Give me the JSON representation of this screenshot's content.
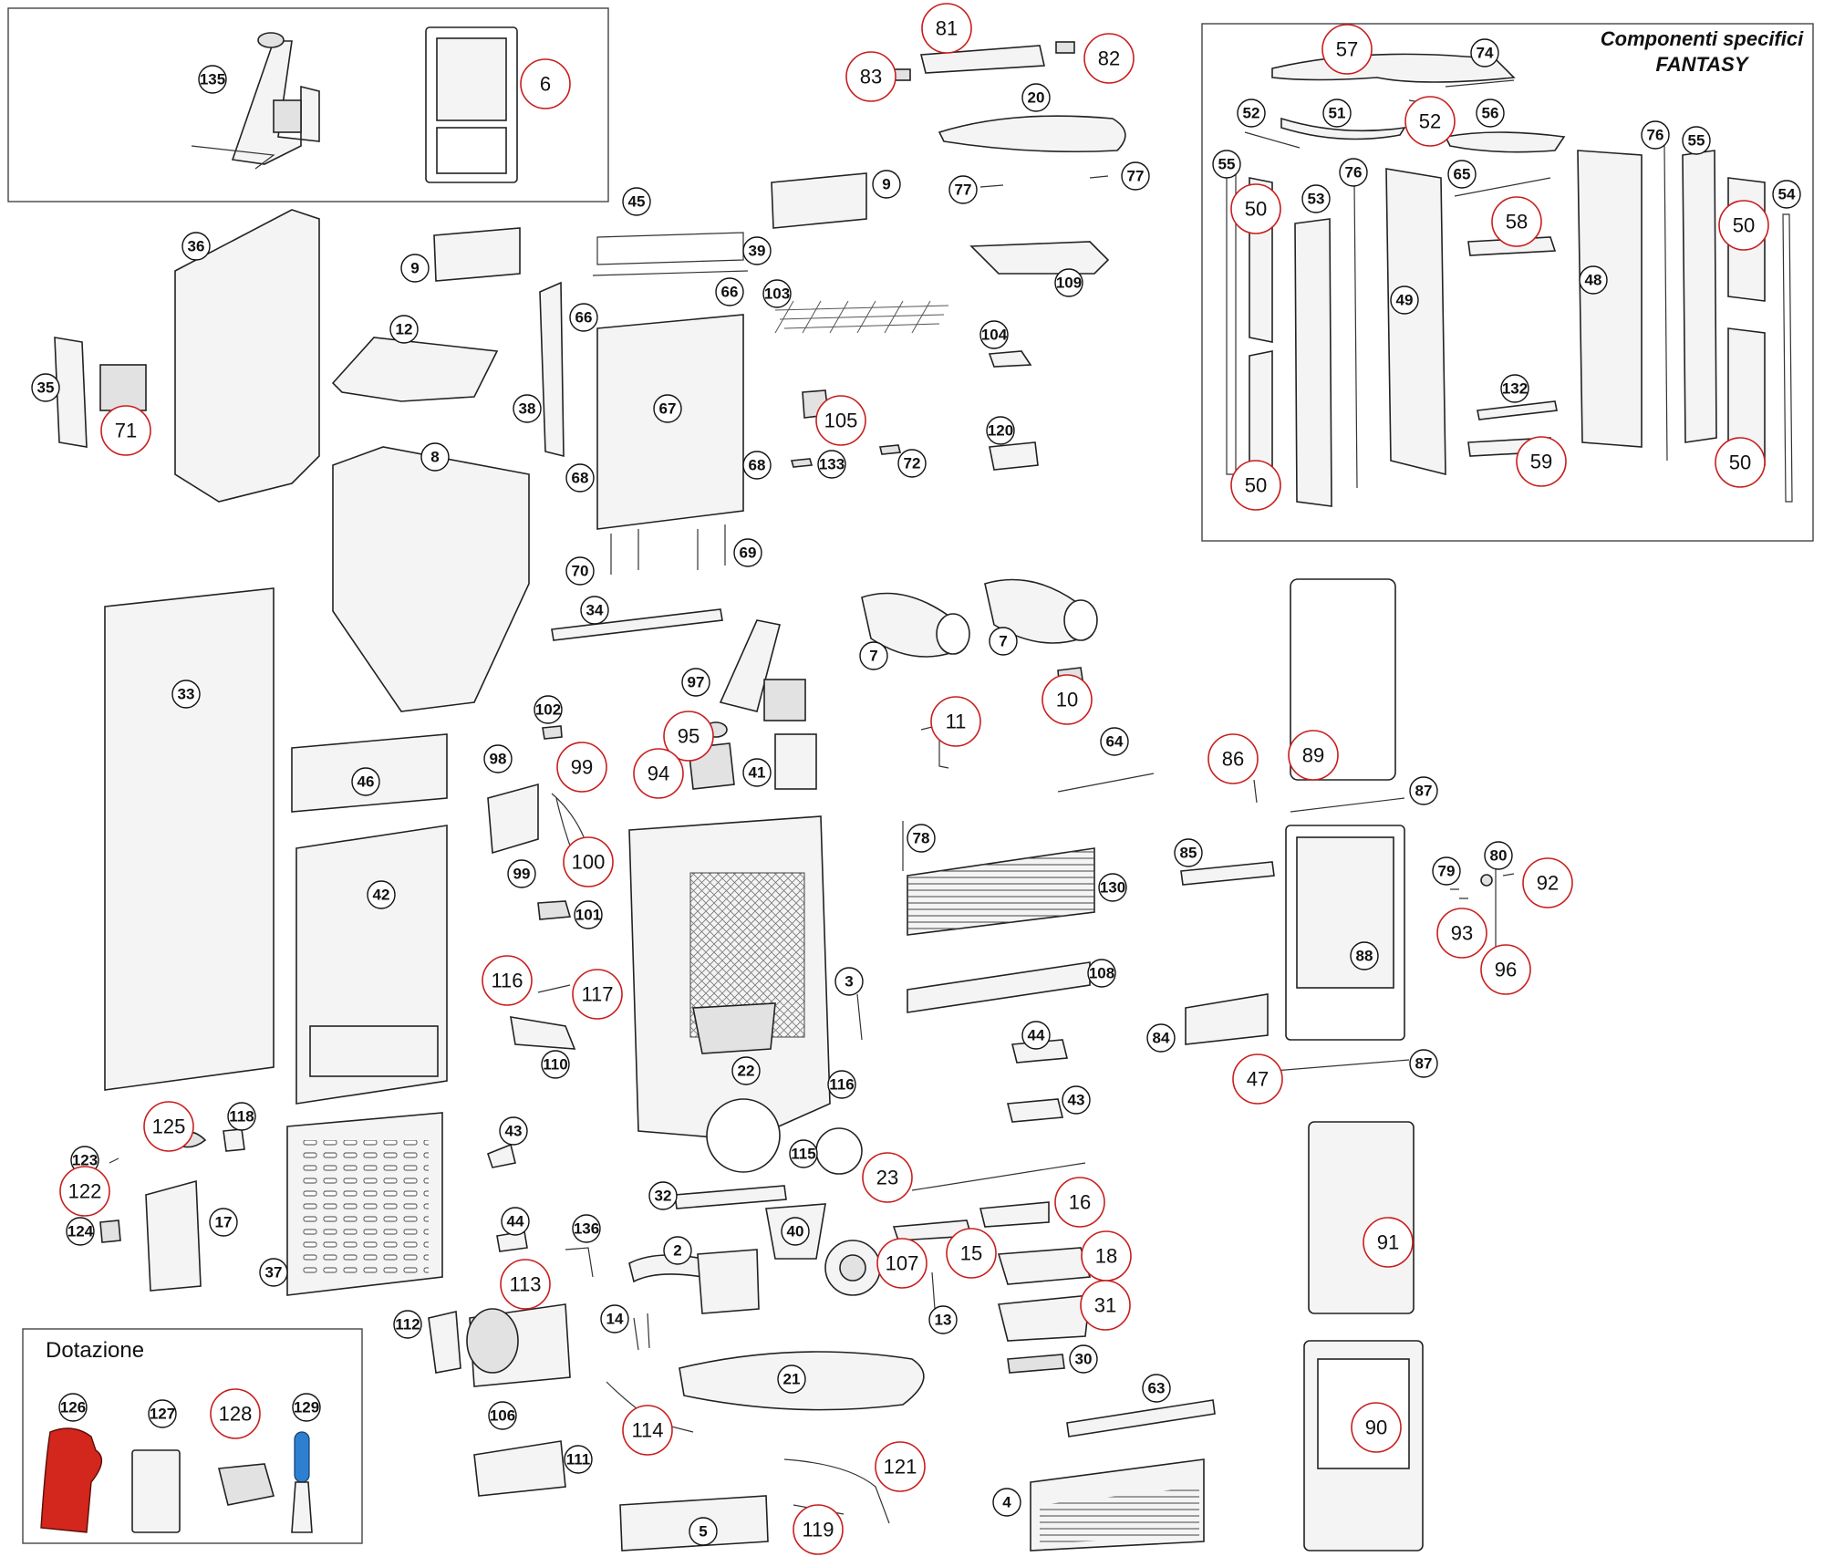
{
  "specific_title_line1": "Componenti specifici",
  "specific_title_line2": "FANTASY",
  "kit_title": "Dotazione",
  "callouts": [
    {
      "id": "c135",
      "label": "135"
    },
    {
      "id": "c6",
      "label": "6"
    },
    {
      "id": "c81",
      "label": "81"
    },
    {
      "id": "c83",
      "label": "83"
    },
    {
      "id": "c82",
      "label": "82"
    },
    {
      "id": "c20",
      "label": "20"
    },
    {
      "id": "c77a",
      "label": "77"
    },
    {
      "id": "c77b",
      "label": "77"
    },
    {
      "id": "c109",
      "label": "109"
    },
    {
      "id": "c9a",
      "label": "9"
    },
    {
      "id": "c45",
      "label": "45"
    },
    {
      "id": "c39",
      "label": "39"
    },
    {
      "id": "c9b",
      "label": "9"
    },
    {
      "id": "c36",
      "label": "36"
    },
    {
      "id": "c12",
      "label": "12"
    },
    {
      "id": "c66a",
      "label": "66"
    },
    {
      "id": "c66b",
      "label": "66"
    },
    {
      "id": "c103",
      "label": "103"
    },
    {
      "id": "c104",
      "label": "104"
    },
    {
      "id": "c35",
      "label": "35"
    },
    {
      "id": "c71",
      "label": "71"
    },
    {
      "id": "c38",
      "label": "38"
    },
    {
      "id": "c67",
      "label": "67"
    },
    {
      "id": "c105",
      "label": "105"
    },
    {
      "id": "c120",
      "label": "120"
    },
    {
      "id": "c8",
      "label": "8"
    },
    {
      "id": "c68a",
      "label": "68"
    },
    {
      "id": "c68b",
      "label": "68"
    },
    {
      "id": "c133",
      "label": "133"
    },
    {
      "id": "c72",
      "label": "72"
    },
    {
      "id": "c69",
      "label": "69"
    },
    {
      "id": "c70",
      "label": "70"
    },
    {
      "id": "c34",
      "label": "34"
    },
    {
      "id": "c7a",
      "label": "7"
    },
    {
      "id": "c7b",
      "label": "7"
    },
    {
      "id": "c33",
      "label": "33"
    },
    {
      "id": "c97",
      "label": "97"
    },
    {
      "id": "c10",
      "label": "10"
    },
    {
      "id": "c11",
      "label": "11"
    },
    {
      "id": "c102",
      "label": "102"
    },
    {
      "id": "c95",
      "label": "95"
    },
    {
      "id": "c64",
      "label": "64"
    },
    {
      "id": "c46",
      "label": "46"
    },
    {
      "id": "c98",
      "label": "98"
    },
    {
      "id": "c99a",
      "label": "99"
    },
    {
      "id": "c94",
      "label": "94"
    },
    {
      "id": "c41",
      "label": "41"
    },
    {
      "id": "c86",
      "label": "86"
    },
    {
      "id": "c89",
      "label": "89"
    },
    {
      "id": "c87a",
      "label": "87"
    },
    {
      "id": "c78",
      "label": "78"
    },
    {
      "id": "c42",
      "label": "42"
    },
    {
      "id": "c99b",
      "label": "99"
    },
    {
      "id": "c100",
      "label": "100"
    },
    {
      "id": "c85",
      "label": "85"
    },
    {
      "id": "c130",
      "label": "130"
    },
    {
      "id": "c101",
      "label": "101"
    },
    {
      "id": "c79",
      "label": "79"
    },
    {
      "id": "c80",
      "label": "80"
    },
    {
      "id": "c92",
      "label": "92"
    },
    {
      "id": "c93",
      "label": "93"
    },
    {
      "id": "c88",
      "label": "88"
    },
    {
      "id": "c96",
      "label": "96"
    },
    {
      "id": "c108",
      "label": "108"
    },
    {
      "id": "c116a",
      "label": "116"
    },
    {
      "id": "c117",
      "label": "117"
    },
    {
      "id": "c3",
      "label": "3"
    },
    {
      "id": "c44a",
      "label": "44"
    },
    {
      "id": "c84",
      "label": "84"
    },
    {
      "id": "c110",
      "label": "110"
    },
    {
      "id": "c22",
      "label": "22"
    },
    {
      "id": "c116b",
      "label": "116"
    },
    {
      "id": "c47",
      "label": "47"
    },
    {
      "id": "c87b",
      "label": "87"
    },
    {
      "id": "c43a",
      "label": "43"
    },
    {
      "id": "c125",
      "label": "125"
    },
    {
      "id": "c118",
      "label": "118"
    },
    {
      "id": "c43b",
      "label": "43"
    },
    {
      "id": "c115",
      "label": "115"
    },
    {
      "id": "c91",
      "label": "91"
    },
    {
      "id": "c123",
      "label": "123"
    },
    {
      "id": "c23",
      "label": "23"
    },
    {
      "id": "c122",
      "label": "122"
    },
    {
      "id": "c17",
      "label": "17"
    },
    {
      "id": "c32",
      "label": "32"
    },
    {
      "id": "c16",
      "label": "16"
    },
    {
      "id": "c44b",
      "label": "44"
    },
    {
      "id": "c40",
      "label": "40"
    },
    {
      "id": "c124",
      "label": "124"
    },
    {
      "id": "c136",
      "label": "136"
    },
    {
      "id": "c2",
      "label": "2"
    },
    {
      "id": "c15",
      "label": "15"
    },
    {
      "id": "c18",
      "label": "18"
    },
    {
      "id": "c107",
      "label": "107"
    },
    {
      "id": "c37",
      "label": "37"
    },
    {
      "id": "c113",
      "label": "113"
    },
    {
      "id": "c31",
      "label": "31"
    },
    {
      "id": "c13",
      "label": "13"
    },
    {
      "id": "c14",
      "label": "14"
    },
    {
      "id": "c112",
      "label": "112"
    },
    {
      "id": "c30",
      "label": "30"
    },
    {
      "id": "c21",
      "label": "21"
    },
    {
      "id": "c63",
      "label": "63"
    },
    {
      "id": "c126",
      "label": "126"
    },
    {
      "id": "c127",
      "label": "127"
    },
    {
      "id": "c128",
      "label": "128"
    },
    {
      "id": "c129",
      "label": "129"
    },
    {
      "id": "c106",
      "label": "106"
    },
    {
      "id": "c114",
      "label": "114"
    },
    {
      "id": "c111",
      "label": "111"
    },
    {
      "id": "c90",
      "label": "90"
    },
    {
      "id": "c121",
      "label": "121"
    },
    {
      "id": "c4",
      "label": "4"
    },
    {
      "id": "c5",
      "label": "5"
    },
    {
      "id": "c119",
      "label": "119"
    },
    {
      "id": "c57",
      "label": "57"
    },
    {
      "id": "c74",
      "label": "74"
    },
    {
      "id": "c52a",
      "label": "52"
    },
    {
      "id": "c51",
      "label": "51"
    },
    {
      "id": "c52b",
      "label": "52"
    },
    {
      "id": "c56",
      "label": "56"
    },
    {
      "id": "c76a",
      "label": "76"
    },
    {
      "id": "c55a",
      "label": "55"
    },
    {
      "id": "c55b",
      "label": "55"
    },
    {
      "id": "c50a",
      "label": "50"
    },
    {
      "id": "c53",
      "label": "53"
    },
    {
      "id": "c76b",
      "label": "76"
    },
    {
      "id": "c65",
      "label": "65"
    },
    {
      "id": "c54",
      "label": "54"
    },
    {
      "id": "c58",
      "label": "58"
    },
    {
      "id": "c50b",
      "label": "50"
    },
    {
      "id": "c49",
      "label": "49"
    },
    {
      "id": "c48",
      "label": "48"
    },
    {
      "id": "c132",
      "label": "132"
    },
    {
      "id": "c50c",
      "label": "50"
    },
    {
      "id": "c59",
      "label": "59"
    },
    {
      "id": "c50d",
      "label": "50"
    }
  ]
}
